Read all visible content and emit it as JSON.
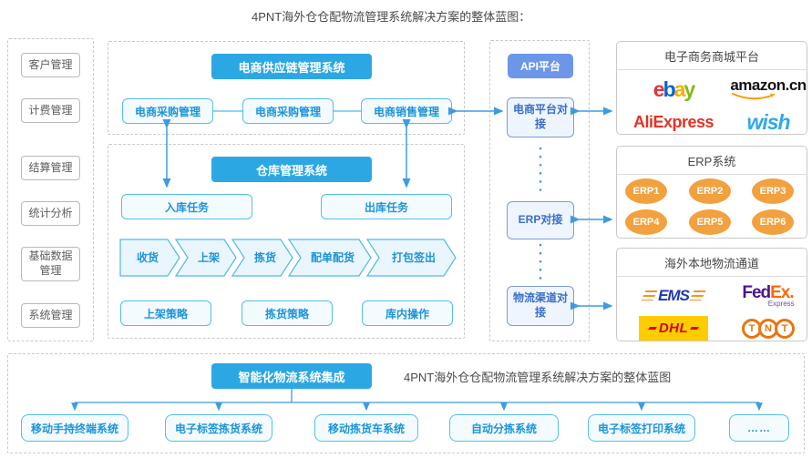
{
  "title": "4PNT海外仓仓配物流管理系统解决方案的整体蓝图：",
  "sidebar": {
    "items": [
      {
        "label": "客户管理"
      },
      {
        "label": "计费管理"
      },
      {
        "label": "结算管理"
      },
      {
        "label": "统计分析"
      },
      {
        "label": "基础数据管理"
      },
      {
        "label": "系统管理"
      }
    ]
  },
  "supply_chain": {
    "header": "电商供应链管理系统",
    "modules": [
      {
        "label": "电商采购管理"
      },
      {
        "label": "电商采购管理"
      },
      {
        "label": "电商销售管理"
      }
    ]
  },
  "warehouse": {
    "header": "仓库管理系统",
    "inbound": "入库任务",
    "outbound": "出库任务",
    "flow": [
      {
        "label": "收货"
      },
      {
        "label": "上架"
      },
      {
        "label": "拣货"
      },
      {
        "label": "配单配货"
      },
      {
        "label": "打包签出"
      }
    ],
    "strategies": [
      {
        "label": "上架策略"
      },
      {
        "label": "拣货策略"
      },
      {
        "label": "库内操作"
      }
    ]
  },
  "api_platform": {
    "header": "API平台",
    "connectors": [
      {
        "label": "电商平台对接"
      },
      {
        "label": "ERP对接"
      },
      {
        "label": "物流渠道对接"
      }
    ]
  },
  "ecommerce_panel": {
    "title": "电子商务商城平台",
    "logos": {
      "ebay": [
        "e",
        "b",
        "a",
        "y"
      ],
      "amazon": "amazon.cn",
      "aliexpress": "AliExpress",
      "wish": "wish"
    }
  },
  "erp_panel": {
    "title": "ERP系统",
    "items": [
      {
        "label": "ERP1"
      },
      {
        "label": "ERP2"
      },
      {
        "label": "ERP3"
      },
      {
        "label": "ERP4"
      },
      {
        "label": "ERP5"
      },
      {
        "label": "ERP6"
      }
    ]
  },
  "logistics_panel": {
    "title": "海外本地物流通道",
    "logos": {
      "ems": "EMS",
      "fedex_fed": "Fed",
      "fedex_ex": "Ex",
      "fedex_dot": ".",
      "fedex_express": "Express",
      "dhl": "DHL",
      "tnt": [
        "T",
        "N",
        "T"
      ]
    }
  },
  "integration": {
    "header": "智能化物流系统集成",
    "caption": "4PNT海外仓仓配物流管理系统解决方案的整体蓝图",
    "systems": [
      {
        "label": "移动手持终端系统"
      },
      {
        "label": "电子标签拣货系统"
      },
      {
        "label": "移动拣货车系统"
      },
      {
        "label": "自动分拣系统"
      },
      {
        "label": "电子标签打印系统"
      },
      {
        "label": "……"
      }
    ]
  },
  "colors": {
    "accent_blue": "#2BA7E4",
    "api_blue": "#6C96E8",
    "cyan_border": "#55BEEC",
    "node_text": "#1C94DA",
    "erp_orange": "#F2A13E",
    "arrow_blue": "#3E9BE0"
  }
}
